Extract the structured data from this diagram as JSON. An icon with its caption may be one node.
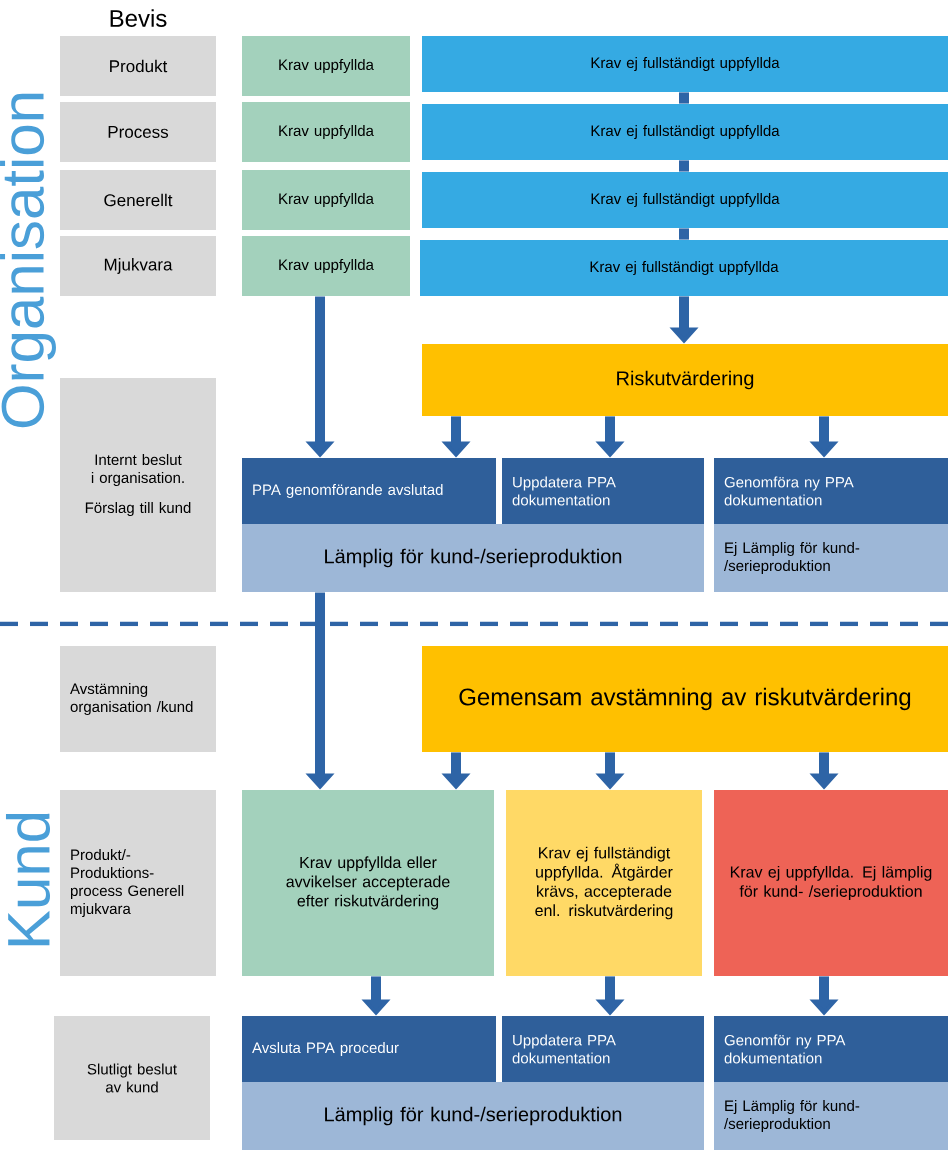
{
  "diagram": {
    "nodes": [
      {
        "text": [
          "Produkt"
        ]
      },
      {
        "text": [
          "Process"
        ]
      },
      {
        "text": [
          "Generellt"
        ]
      },
      {
        "text": [
          "Mjukvara"
        ]
      },
      {
        "text": [
          "Internt beslut i organisation.",
          "Förslag till kund"
        ]
      },
      {
        "text": [
          "Avstämning organisation /kund"
        ]
      },
      {
        "text": [
          "Produkt/- Produktions- process Generell mjukvara"
        ]
      },
      {
        "text": [
          "Slutligt beslut av kund"
        ]
      },
      {
        "text": [
          "Krav uppfyllda"
        ]
      },
      {
        "text": [
          "Krav uppfyllda"
        ]
      },
      {
        "text": [
          "Krav uppfyllda"
        ]
      },
      {
        "text": [
          "Krav uppfyllda"
        ]
      },
      {
        "text": [
          "Krav ej fullständigt uppfyllda"
        ]
      },
      {
        "text": [
          "Krav ej fullständigt uppfyllda"
        ]
      },
      {
        "text": [
          "Krav ej fullständigt uppfyllda"
        ]
      },
      {
        "text": [
          "Krav ej fullständigt uppfyllda"
        ]
      },
      {
        "text": [
          "Riskutvärdering"
        ]
      },
      {
        "text": [
          "PPA genomförande avslutad"
        ]
      },
      {
        "text": [
          "Uppdatera PPA dokumentation"
        ]
      },
      {
        "text": [
          "Lämplig för kund-/serieproduktion"
        ]
      },
      {
        "text": [
          "Genomföra ny PPA dokumentation"
        ]
      },
      {
        "text": [
          "Ej Lämplig för kund- /serieproduktion"
        ]
      },
      {
        "text": [
          "Gemensam avstämning av riskutvärdering"
        ]
      },
      {
        "text": [
          "Krav uppfyllda eller avvikelser accepterade efter riskutvärdering"
        ]
      },
      {
        "text": [
          "Krav ej fullständigt uppfyllda. Åtgärder krävs, accepterade enl. riskutvärdering"
        ]
      },
      {
        "text": [
          "Krav ej uppfyllda. Ej lämplig för kund- /serieproduktion"
        ]
      },
      {
        "text": [
          "Avsluta PPA procedur"
        ]
      },
      {
        "text": [
          "Uppdatera PPA dokumentation"
        ]
      },
      {
        "text": [
          "Lämplig för kund-/serieproduktion"
        ]
      },
      {
        "text": [
          "Genomför ny PPA dokumentation"
        ]
      },
      {
        "text": [
          "Ej Lämplig för kund- /serieproduktion"
        ]
      }
    ],
    "edges": [
      {
        "from": 12,
        "to": 13,
        "arrow": "none"
      },
      {
        "from": 13,
        "to": 14,
        "arrow": "none"
      },
      {
        "from": 14,
        "to": 15,
        "arrow": "none"
      },
      {
        "from": 15,
        "to": 16,
        "arrow": "to"
      },
      {
        "from": 11,
        "to": 17,
        "arrow": "to"
      },
      {
        "from": 16,
        "to": 17,
        "arrow": "to"
      },
      {
        "from": 16,
        "to": 18,
        "arrow": "to"
      },
      {
        "from": 16,
        "to": 20,
        "arrow": "to"
      },
      {
        "from": 19,
        "to": 23,
        "arrow": "to"
      },
      {
        "from": 22,
        "to": 23,
        "arrow": "to"
      },
      {
        "from": 22,
        "to": 24,
        "arrow": "to"
      },
      {
        "from": 22,
        "to": 25,
        "arrow": "to"
      },
      {
        "from": 23,
        "to": 26,
        "arrow": "to"
      },
      {
        "from": 24,
        "to": 27,
        "arrow": "to"
      },
      {
        "from": 25,
        "to": 29,
        "arrow": "to"
      }
    ],
    "labels": [
      "Bevis",
      "Organisation",
      "Kund"
    ]
  }
}
